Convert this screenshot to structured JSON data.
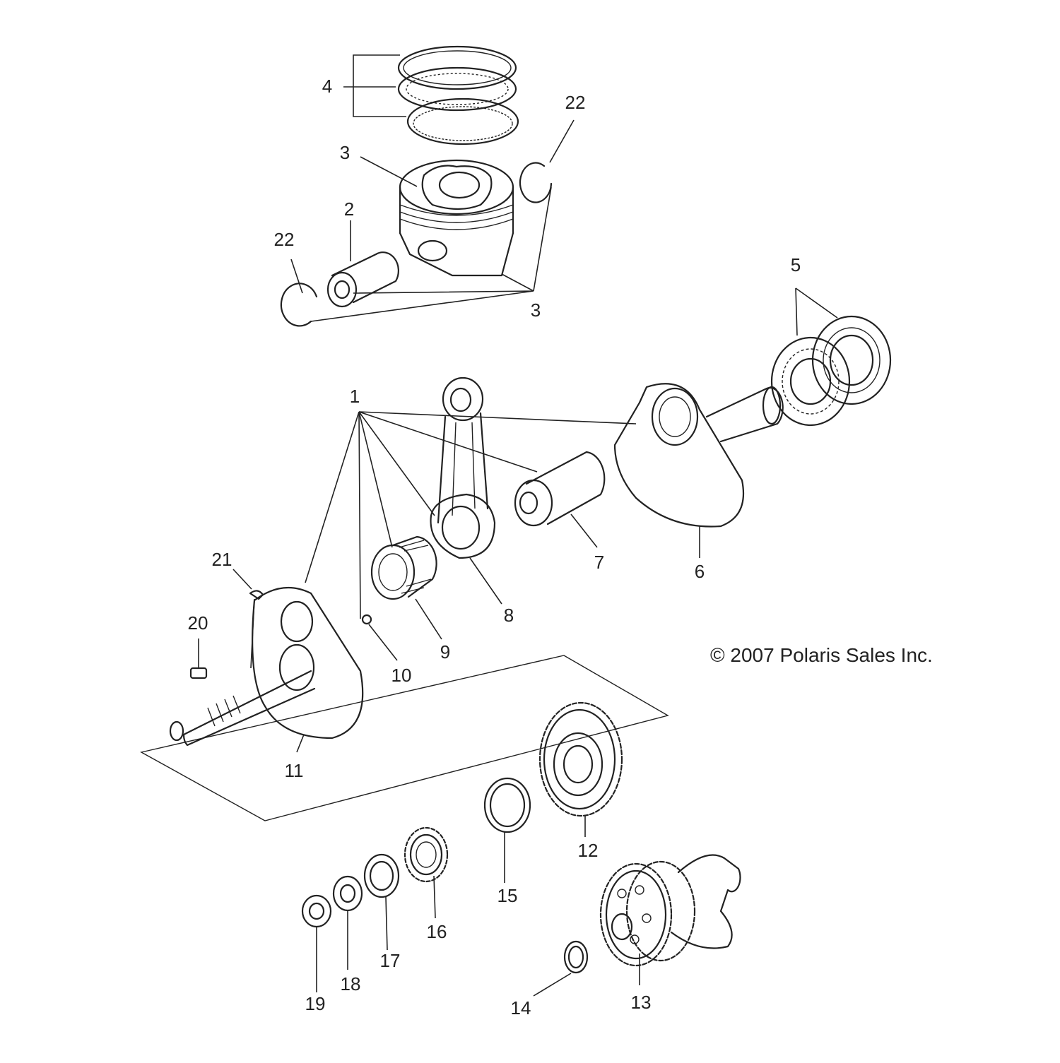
{
  "copyright": "© 2007 Polaris Sales Inc.",
  "callouts": {
    "c1": "1",
    "c2": "2",
    "c3a": "3",
    "c3b": "3",
    "c4": "4",
    "c5": "5",
    "c6": "6",
    "c7": "7",
    "c8": "8",
    "c9": "9",
    "c10": "10",
    "c11": "11",
    "c12": "12",
    "c13": "13",
    "c14": "14",
    "c15": "15",
    "c16": "16",
    "c17": "17",
    "c18": "18",
    "c19": "19",
    "c20": "20",
    "c21": "21",
    "c22a": "22",
    "c22b": "22"
  }
}
